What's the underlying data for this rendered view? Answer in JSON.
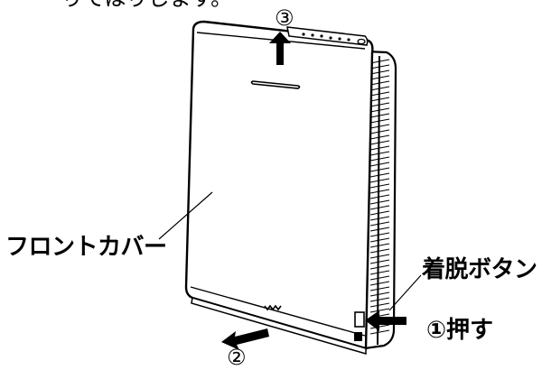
{
  "caption_fragment": "りてはりします。",
  "labels": {
    "front_cover": "フロントカバー",
    "release_button": "着脱ボタン",
    "push_action": "①押す"
  },
  "steps": {
    "step2": "②",
    "step3": "③"
  },
  "icons": {
    "arrow_up": "arrow-up-icon",
    "arrow_left": "arrow-left-icon",
    "arrow_push": "arrow-push-icon"
  },
  "colors": {
    "ink": "#000000",
    "paper": "#ffffff"
  }
}
